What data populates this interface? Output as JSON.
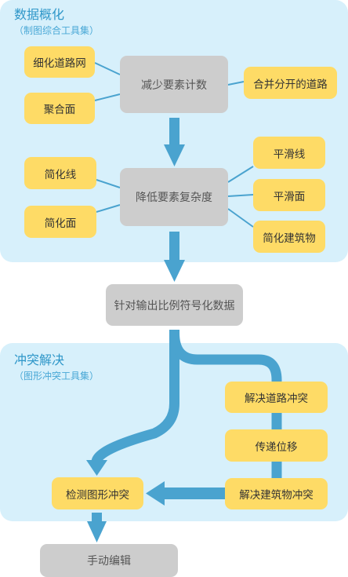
{
  "panels": {
    "generalization": {
      "title": "数据概化",
      "subtitle": "（制图综合工具集）"
    },
    "conflict": {
      "title": "冲突解决",
      "subtitle": "（图形冲突工具集）"
    }
  },
  "nodes": {
    "reduce": "减少要素计数",
    "refine_roads": "细化道路网",
    "aggregate": "聚合面",
    "merge_roads": "合并分开的道路",
    "lower_complexity": "降低要素复杂度",
    "simplify_line": "简化线",
    "simplify_polygon": "简化面",
    "smooth_line": "平滑线",
    "smooth_polygon": "平滑面",
    "simplify_building": "简化建筑物",
    "symbolize": "针对输出比例符号化数据",
    "resolve_road": "解决道路冲突",
    "propagate": "传递位移",
    "resolve_building": "解决建筑物冲突",
    "detect": "检测图形冲突",
    "manual": "手动编辑"
  },
  "colors": {
    "panel_bg": "#d7f0fb",
    "title": "#2f97c9",
    "node_yellow": "#fedb66",
    "node_gray": "#cdcdcd",
    "arrow": "#4aa3cf"
  }
}
